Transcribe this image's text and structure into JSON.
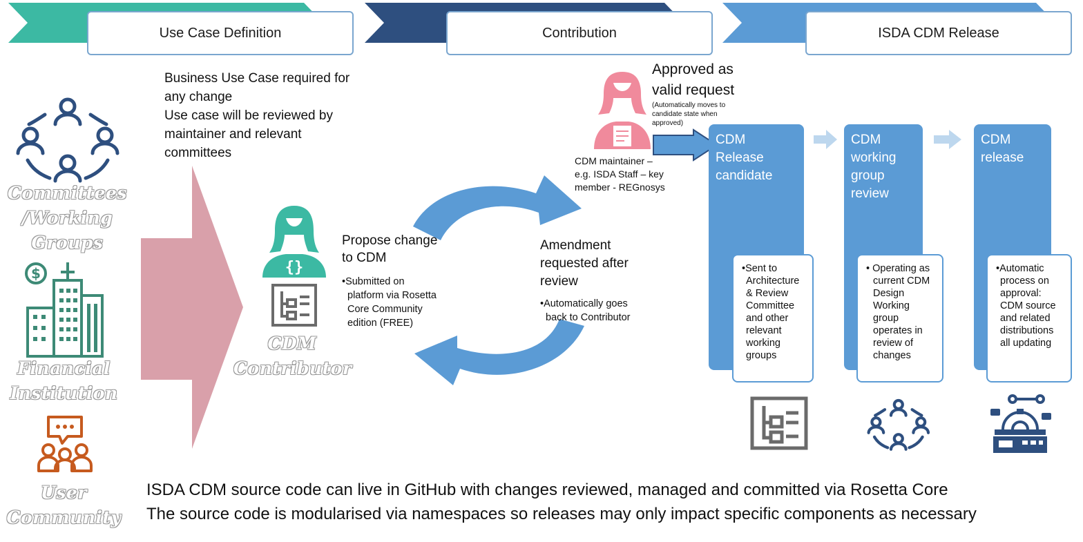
{
  "phases": [
    {
      "label": "Use Case Definition",
      "color": "#3cb9a3"
    },
    {
      "label": "Contribution",
      "color": "#2e4f7f"
    },
    {
      "label": "ISDA CDM Release",
      "color": "#5b9bd5"
    }
  ],
  "actors": {
    "committees": [
      "Committees",
      "/Working",
      "Groups"
    ],
    "financial": [
      "Financial",
      "Institution"
    ],
    "user": [
      "User",
      "Community"
    ],
    "contributor": [
      "CDM",
      "Contributor"
    ]
  },
  "use_case": {
    "line1": "Business Use Case required for",
    "line2": "any change",
    "line3": "Use case will be reviewed  by",
    "line4": "maintainer and relevant",
    "line5": "committees"
  },
  "propose": {
    "title1": "Propose change",
    "title2": "to CDM",
    "bullet": [
      "•Submitted  on",
      "platform via Rosetta",
      "Core Community",
      "edition (FREE)"
    ]
  },
  "amendment": {
    "title1": "Amendment",
    "title2": "requested after",
    "title3": "review",
    "bullet": [
      "•Automatically goes",
      "back to Contributor"
    ]
  },
  "maintainer": {
    "lines": [
      "CDM maintainer –",
      "e.g. ISDA Staff – key",
      "member - REGnosys"
    ]
  },
  "approved": {
    "line1": "Approved as",
    "line2": "valid request",
    "note": [
      "(Automatically moves to",
      "candidate state when",
      "approved)"
    ]
  },
  "stages": [
    {
      "title": [
        "CDM",
        "Release",
        "candidate"
      ],
      "card": [
        "•Sent to",
        "Architecture",
        "& Review",
        "Committee",
        "and other",
        "relevant",
        "working",
        "groups"
      ]
    },
    {
      "title": [
        "CDM",
        "working",
        "group",
        "review"
      ],
      "card": [
        "• Operating as",
        "current CDM",
        "Design",
        "Working",
        "group",
        "operates in",
        "review of",
        "changes"
      ]
    },
    {
      "title": [
        "CDM",
        "release"
      ],
      "card": [
        "•Automatic",
        "process on",
        "approval:",
        "CDM source",
        "and related",
        "distributions",
        "all updating"
      ]
    }
  ],
  "footer": {
    "line1": "ISDA CDM source code can live in GitHub with changes reviewed, managed and committed via Rosetta Core",
    "line2": "The source code is modularised via namespaces so releases may only impact specific components as necessary"
  },
  "colors": {
    "teal": "#3cb9a3",
    "navy": "#2e4f7f",
    "blue": "#5b9bd5",
    "pink": "#d9a0aa",
    "orange": "#c65a1e",
    "icon_blue": "#2e4f7f",
    "icon_teal": "#3d8a76",
    "gray_icon": "#6b6b6b"
  },
  "icons": [
    "people-circle-icon",
    "building-dollar-icon",
    "chat-community-icon",
    "woman-code-icon",
    "tree-structure-icon",
    "woman-notepad-icon",
    "people-circle-icon",
    "factory-gear-icon"
  ]
}
